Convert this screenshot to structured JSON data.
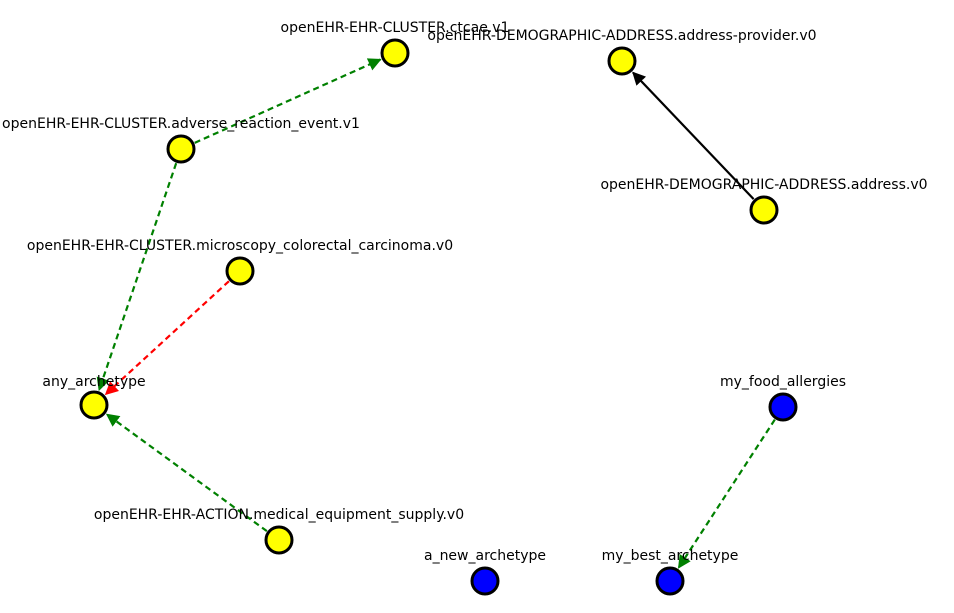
{
  "graph": {
    "colors": {
      "schema_node": "#ffff00",
      "user_node": "#0000ff",
      "node_border": "#000000",
      "edge_solid": "#000000",
      "edge_green": "#008000",
      "edge_red": "#ff0000"
    },
    "nodes": [
      {
        "id": "ctcae",
        "label": "openEHR-EHR-CLUSTER.ctcae.v1",
        "kind": "schema_node"
      },
      {
        "id": "address_provider",
        "label": "openEHR-DEMOGRAPHIC-ADDRESS.address-provider.v0",
        "kind": "schema_node"
      },
      {
        "id": "adverse_reaction",
        "label": "openEHR-EHR-CLUSTER.adverse_reaction_event.v1",
        "kind": "schema_node"
      },
      {
        "id": "address",
        "label": "openEHR-DEMOGRAPHIC-ADDRESS.address.v0",
        "kind": "schema_node"
      },
      {
        "id": "microscopy",
        "label": "openEHR-EHR-CLUSTER.microscopy_colorectal_carcinoma.v0",
        "kind": "schema_node"
      },
      {
        "id": "any_archetype",
        "label": "any_archetype",
        "kind": "schema_node"
      },
      {
        "id": "food_allergies",
        "label": "my_food_allergies",
        "kind": "user_node"
      },
      {
        "id": "medical_equipment",
        "label": "openEHR-EHR-ACTION.medical_equipment_supply.v0",
        "kind": "schema_node"
      },
      {
        "id": "a_new_archetype",
        "label": "a_new_archetype",
        "kind": "user_node"
      },
      {
        "id": "best_archetype",
        "label": "my_best_archetype",
        "kind": "user_node"
      }
    ],
    "edges": [
      {
        "from": "adverse_reaction",
        "to": "ctcae",
        "style": "dashed",
        "color": "edge_green"
      },
      {
        "from": "address",
        "to": "address_provider",
        "style": "solid",
        "color": "edge_solid"
      },
      {
        "from": "adverse_reaction",
        "to": "any_archetype",
        "style": "dashed",
        "color": "edge_green"
      },
      {
        "from": "microscopy",
        "to": "any_archetype",
        "style": "dashed",
        "color": "edge_red"
      },
      {
        "from": "medical_equipment",
        "to": "any_archetype",
        "style": "dashed",
        "color": "edge_green"
      },
      {
        "from": "food_allergies",
        "to": "best_archetype",
        "style": "dashed",
        "color": "edge_green"
      }
    ]
  }
}
